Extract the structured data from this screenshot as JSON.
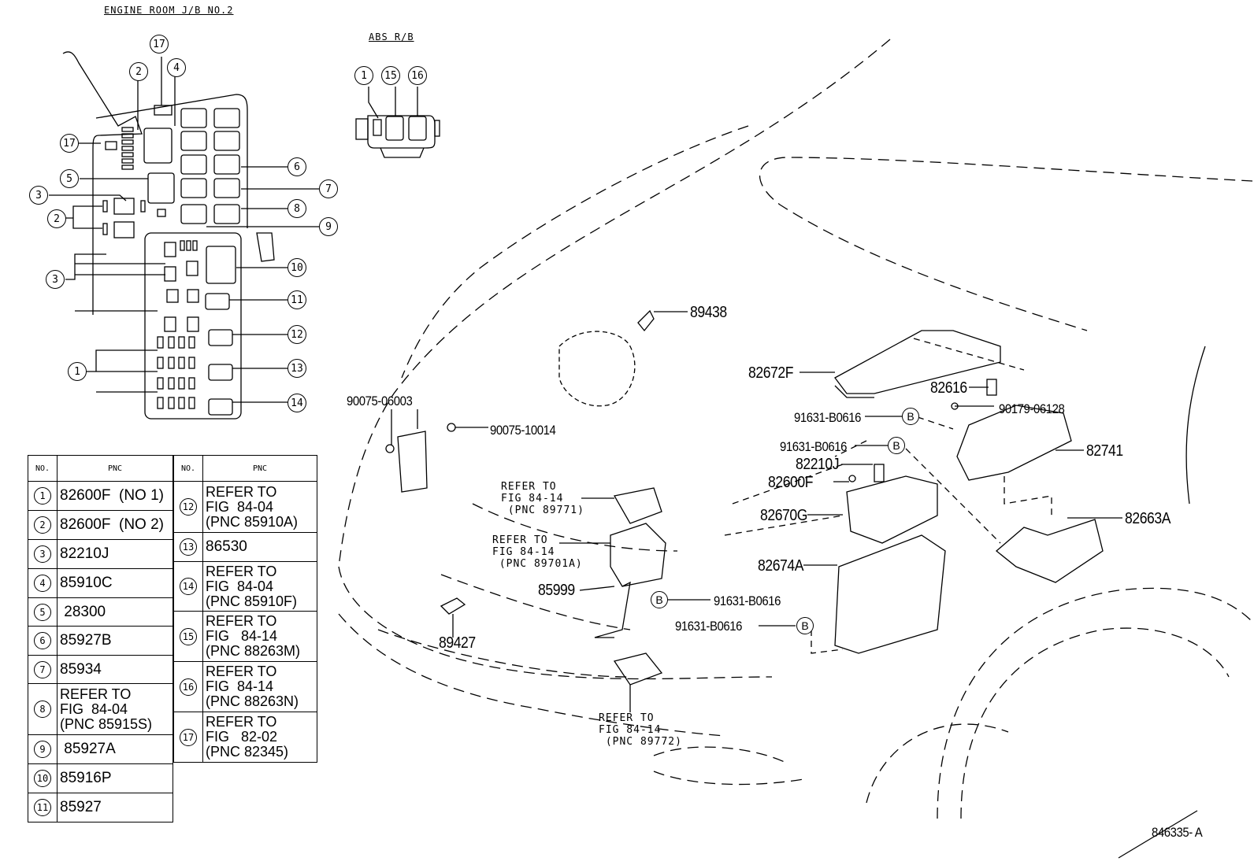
{
  "diagram": {
    "engine_room_title": "ENGINE ROOM J/B NO.2",
    "abs_title": "ABS R/B",
    "figure_id": "846335- A",
    "jb_callouts": [
      "17",
      "4",
      "2",
      "17",
      "5",
      "3",
      "2",
      "6",
      "7",
      "8",
      "9",
      "3",
      "10",
      "11",
      "12",
      "1",
      "13",
      "14"
    ],
    "abs_callouts": [
      "1",
      "15",
      "16"
    ],
    "parts": {
      "p89438": "89438",
      "p90075_06003": "90075-06003",
      "p90075_10014": "90075-10014",
      "p82672F": "82672F",
      "p82616": "82616",
      "p91631_a": "91631-B0616",
      "p90179": "90179-06128",
      "p91631_b": "91631-B0616",
      "p82741": "82741",
      "p82210J": "82210J",
      "p82600F": "82600F",
      "p82670G": "82670G",
      "p82663A": "82663A",
      "p82674A": "82674A",
      "p85999": "85999",
      "p89427": "89427",
      "p91631_c": "91631-B0616",
      "p91631_d": "91631-B0616"
    },
    "b_marker": "B",
    "refer_labels": {
      "r89771": "REFER TO\nFIG 84-14\n (PNC 89771)",
      "r89701A": "REFER TO\nFIG 84-14\n (PNC 89701A)",
      "r89772": "REFER TO\nFIG 84-14\n (PNC 89772)"
    }
  },
  "table": {
    "headers": {
      "no": "NO.",
      "pnc": "PNC"
    },
    "left": [
      {
        "no": "1",
        "pnc": "82600F  (NO 1)"
      },
      {
        "no": "2",
        "pnc": "82600F  (NO 2)"
      },
      {
        "no": "3",
        "pnc": "82210J"
      },
      {
        "no": "4",
        "pnc": "85910C"
      },
      {
        "no": "5",
        "pnc": " 28300"
      },
      {
        "no": "6",
        "pnc": "85927B"
      },
      {
        "no": "7",
        "pnc": "85934"
      },
      {
        "no": "8",
        "pnc": "REFER TO\nFIG  84-04\n(PNC 85915S)"
      },
      {
        "no": "9",
        "pnc": " 85927A"
      },
      {
        "no": "10",
        "pnc": "85916P"
      },
      {
        "no": "11",
        "pnc": "85927"
      }
    ],
    "right": [
      {
        "no": "12",
        "pnc": "REFER TO\nFIG  84-04\n(PNC 85910A)"
      },
      {
        "no": "13",
        "pnc": "86530"
      },
      {
        "no": "14",
        "pnc": "REFER TO\nFIG  84-04\n(PNC 85910F)"
      },
      {
        "no": "15",
        "pnc": "REFER TO\nFIG   84-14\n(PNC 88263M)"
      },
      {
        "no": "16",
        "pnc": "REFER TO\nFIG  84-14\n(PNC 88263N)"
      },
      {
        "no": "17",
        "pnc": "REFER TO\nFIG   82-02\n(PNC 82345)"
      }
    ]
  }
}
